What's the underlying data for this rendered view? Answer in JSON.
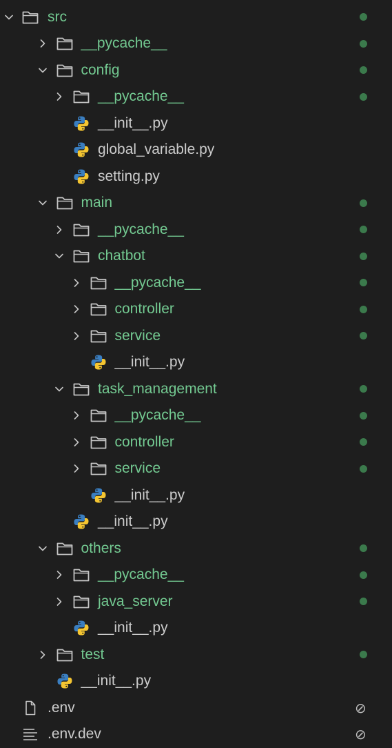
{
  "explorer": {
    "colors": {
      "background": "#1e1e1e",
      "modified_text": "#73c991",
      "plain_text": "#cccccc",
      "status_dot": "#3b7a4c",
      "folder_icon": "#c5c5c5"
    },
    "items": [
      {
        "label": "src",
        "depth": 0,
        "kind": "folder",
        "state": "expanded",
        "status": "modified",
        "icon": "folder-icon"
      },
      {
        "label": "__pycache__",
        "depth": 1,
        "kind": "folder",
        "state": "collapsed",
        "status": "modified",
        "icon": "folder-icon"
      },
      {
        "label": "config",
        "depth": 1,
        "kind": "folder",
        "state": "expanded",
        "status": "modified",
        "icon": "folder-icon"
      },
      {
        "label": "__pycache__",
        "depth": 2,
        "kind": "folder",
        "state": "collapsed",
        "status": "modified",
        "icon": "folder-icon"
      },
      {
        "label": "__init__.py",
        "depth": 2,
        "kind": "python-file",
        "status": "none",
        "icon": "python-icon"
      },
      {
        "label": "global_variable.py",
        "depth": 2,
        "kind": "python-file",
        "status": "none",
        "icon": "python-icon"
      },
      {
        "label": "setting.py",
        "depth": 2,
        "kind": "python-file",
        "status": "none",
        "icon": "python-icon"
      },
      {
        "label": "main",
        "depth": 1,
        "kind": "folder",
        "state": "expanded",
        "status": "modified",
        "icon": "folder-icon"
      },
      {
        "label": "__pycache__",
        "depth": 2,
        "kind": "folder",
        "state": "collapsed",
        "status": "modified",
        "icon": "folder-icon"
      },
      {
        "label": "chatbot",
        "depth": 2,
        "kind": "folder",
        "state": "expanded",
        "status": "modified",
        "icon": "folder-icon"
      },
      {
        "label": "__pycache__",
        "depth": 3,
        "kind": "folder",
        "state": "collapsed",
        "status": "modified",
        "icon": "folder-icon"
      },
      {
        "label": "controller",
        "depth": 3,
        "kind": "folder",
        "state": "collapsed",
        "status": "modified",
        "icon": "folder-icon"
      },
      {
        "label": "service",
        "depth": 3,
        "kind": "folder",
        "state": "collapsed",
        "status": "modified",
        "icon": "folder-icon"
      },
      {
        "label": "__init__.py",
        "depth": 3,
        "kind": "python-file",
        "status": "none",
        "icon": "python-icon"
      },
      {
        "label": "task_management",
        "depth": 2,
        "kind": "folder",
        "state": "expanded",
        "status": "modified",
        "icon": "folder-icon"
      },
      {
        "label": "__pycache__",
        "depth": 3,
        "kind": "folder",
        "state": "collapsed",
        "status": "modified",
        "icon": "folder-icon"
      },
      {
        "label": "controller",
        "depth": 3,
        "kind": "folder",
        "state": "collapsed",
        "status": "modified",
        "icon": "folder-icon"
      },
      {
        "label": "service",
        "depth": 3,
        "kind": "folder",
        "state": "collapsed",
        "status": "modified",
        "icon": "folder-icon"
      },
      {
        "label": "__init__.py",
        "depth": 3,
        "kind": "python-file",
        "status": "none",
        "icon": "python-icon"
      },
      {
        "label": "__init__.py",
        "depth": 2,
        "kind": "python-file",
        "status": "none",
        "icon": "python-icon"
      },
      {
        "label": "others",
        "depth": 1,
        "kind": "folder",
        "state": "expanded",
        "status": "modified",
        "icon": "folder-icon"
      },
      {
        "label": "__pycache__",
        "depth": 2,
        "kind": "folder",
        "state": "collapsed",
        "status": "modified",
        "icon": "folder-icon"
      },
      {
        "label": "java_server",
        "depth": 2,
        "kind": "folder",
        "state": "collapsed",
        "status": "modified",
        "icon": "folder-icon"
      },
      {
        "label": "__init__.py",
        "depth": 2,
        "kind": "python-file",
        "status": "none",
        "icon": "python-icon"
      },
      {
        "label": "test",
        "depth": 1,
        "kind": "folder",
        "state": "collapsed",
        "status": "modified",
        "icon": "folder-icon"
      },
      {
        "label": "__init__.py",
        "depth": 1,
        "kind": "python-file",
        "status": "none",
        "icon": "python-icon"
      },
      {
        "label": ".env",
        "depth": 0,
        "kind": "file",
        "status": "ignored",
        "icon": "file-icon",
        "badge": "⊘"
      },
      {
        "label": ".env.dev",
        "depth": 0,
        "kind": "text-file",
        "status": "ignored",
        "icon": "lines-icon",
        "badge": "⊘"
      }
    ]
  }
}
